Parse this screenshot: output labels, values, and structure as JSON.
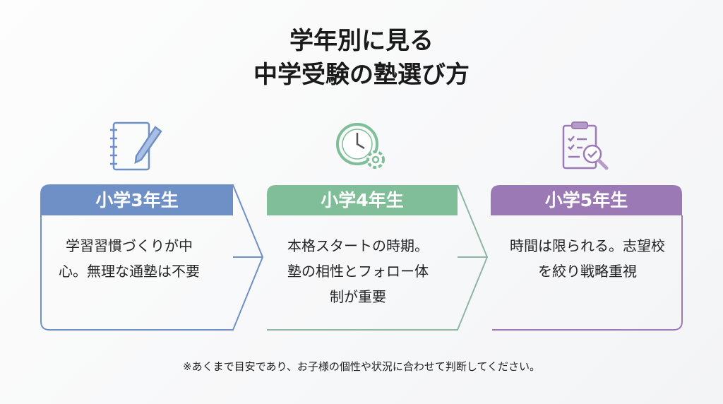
{
  "title": {
    "line1": "学年別に見る",
    "line2": "中学受験の塾選び方"
  },
  "colors": {
    "grade3": "#6f8fc7",
    "grade4": "#7fbe98",
    "grade5": "#9b79b4"
  },
  "steps": [
    {
      "icon": "notebook-pencil-icon",
      "label": "小学3年生",
      "text": "学習習慣づくりが中心。無理な通塾は不要"
    },
    {
      "icon": "clock-gear-icon",
      "label": "小学4年生",
      "text": "本格スタートの時期。塾の相性とフォロー体制が重要"
    },
    {
      "icon": "clipboard-magnifier-icon",
      "label": "小学5年生",
      "text": "時間は限られる。志望校を絞り戦略重視"
    }
  ],
  "note": "※あくまで目安であり、お子様の個性や状況に合わせて判断してください。"
}
